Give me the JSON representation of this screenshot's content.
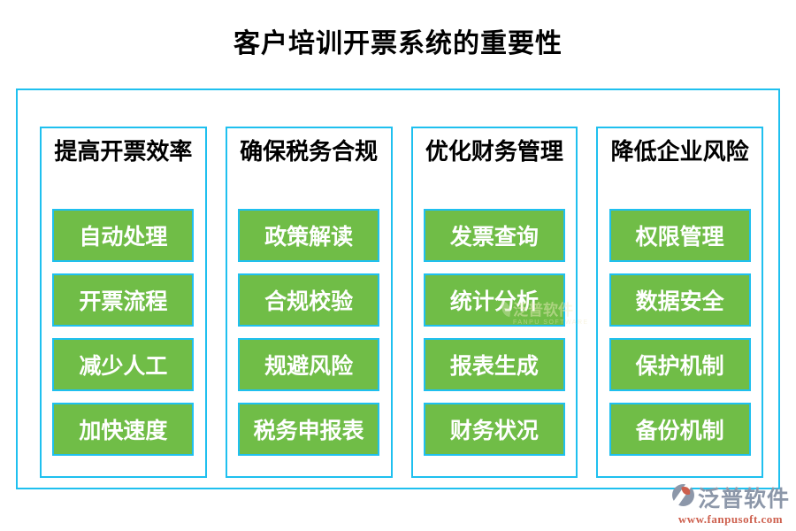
{
  "title": "客户培训开票系统的重要性",
  "colors": {
    "border_cyan": "#1fc0ef",
    "button_green": "#70bd47",
    "button_text": "#ffffff",
    "title_text": "#000000",
    "brand_gray": "#8c97a9",
    "brand_coral": "#cd5f4d"
  },
  "columns": [
    {
      "header": "提高开票效率",
      "items": [
        "自动处理",
        "开票流程",
        "减少人工",
        "加快速度"
      ]
    },
    {
      "header": "确保税务合规",
      "items": [
        "政策解读",
        "合规校验",
        "规避风险",
        "税务申报表"
      ]
    },
    {
      "header": "优化财务管理",
      "items": [
        "发票查询",
        "统计分析",
        "报表生成",
        "财务状况"
      ]
    },
    {
      "header": "降低企业风险",
      "items": [
        "权限管理",
        "数据安全",
        "保护机制",
        "备份机制"
      ]
    }
  ],
  "watermark": {
    "text": "泛普软件",
    "subtext": "FANPU SOFTWARE"
  },
  "footer_logo": {
    "name": "泛普软件",
    "url": "www.fanpusoft.com"
  }
}
